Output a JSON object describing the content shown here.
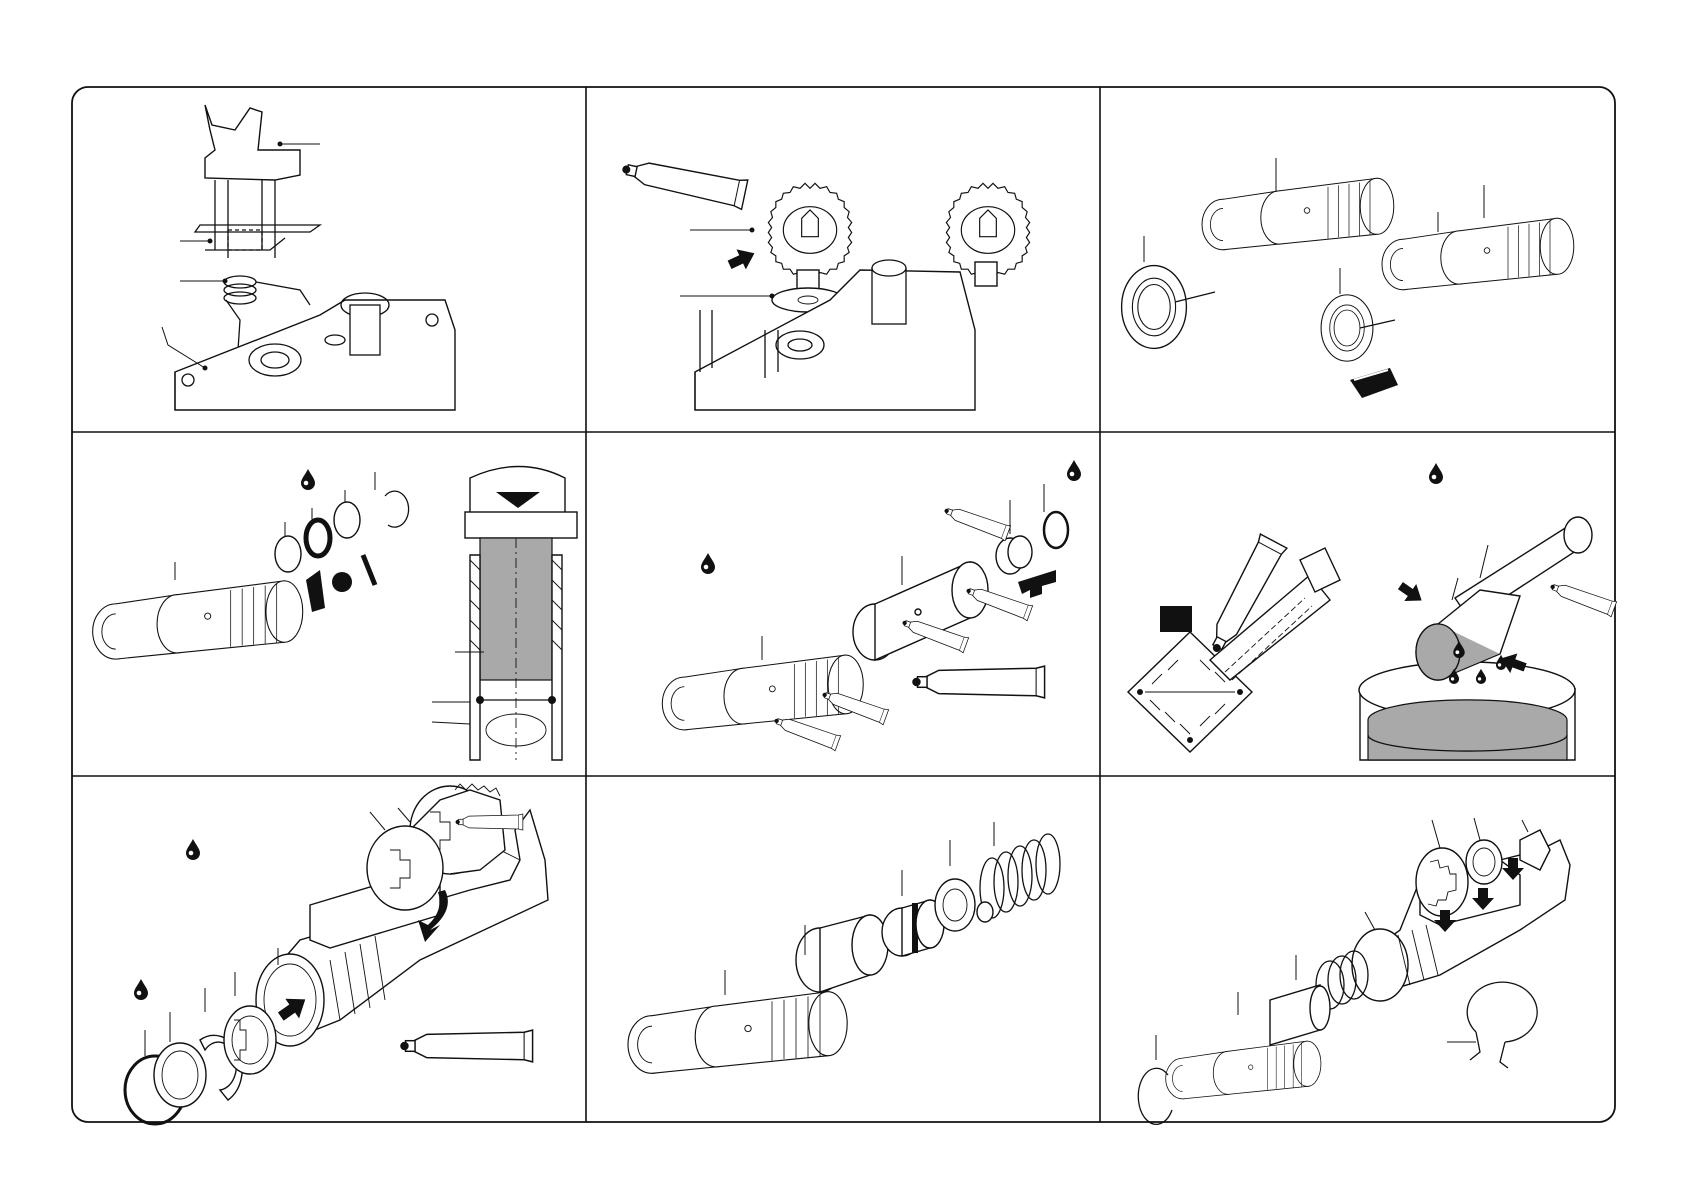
{
  "sheet": {
    "colors": {
      "ink": "#111111",
      "paper": "#ffffff",
      "shade": "#a9a9a9"
    },
    "panels": [
      {
        "id": "A1",
        "figure": "shift-fork-spring-housing"
      },
      {
        "id": "A2",
        "figure": "gear-washer-grease"
      },
      {
        "id": "A3",
        "figure": "bearing-on-spindle"
      },
      {
        "id": "B1",
        "figure": "spindle-seal-rings-press"
      },
      {
        "id": "B2",
        "figure": "spindle-lubrication"
      },
      {
        "id": "B3",
        "figure": "piston-oil-bath"
      },
      {
        "id": "C1",
        "figure": "clutch-assembly-housing"
      },
      {
        "id": "C2",
        "figure": "spindle-spring-exploded"
      },
      {
        "id": "C3",
        "figure": "final-assembly-circlip"
      }
    ],
    "icons": [
      "oil-drop-icon",
      "grease-tube-icon",
      "press-arrow-icon",
      "wrench-icon"
    ]
  }
}
